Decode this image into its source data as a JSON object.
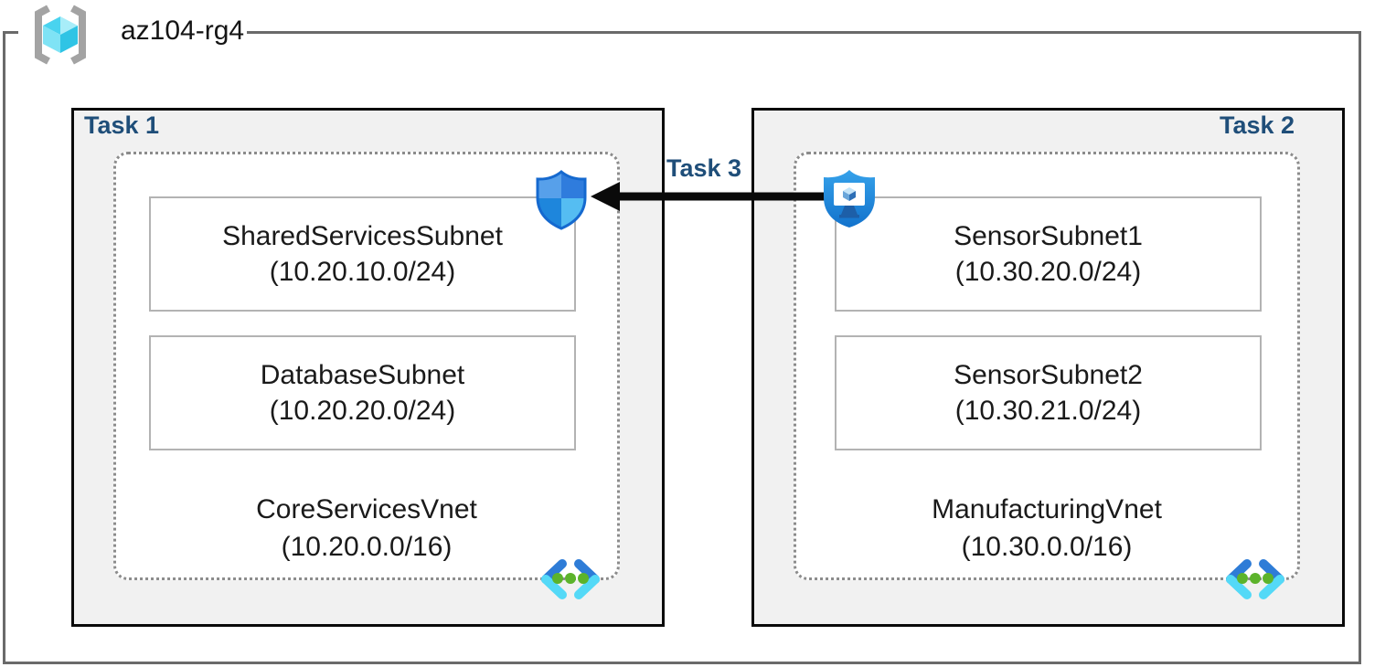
{
  "resource_group": {
    "name": "az104-rg4"
  },
  "tasks": {
    "task1": "Task 1",
    "task2": "Task 2",
    "task3": "Task 3"
  },
  "vnets": [
    {
      "name": "CoreServicesVnet",
      "cidr": "(10.20.0.0/16)",
      "task_label": "Task 1",
      "subnets": [
        {
          "name": "SharedServicesSubnet",
          "cidr": "(10.20.10.0/24)"
        },
        {
          "name": "DatabaseSubnet",
          "cidr": "(10.20.20.0/24)"
        }
      ]
    },
    {
      "name": "ManufacturingVnet",
      "cidr": "(10.30.0.0/16)",
      "task_label": "Task 2",
      "subnets": [
        {
          "name": "SensorSubnet1",
          "cidr": "(10.30.20.0/24)"
        },
        {
          "name": "SensorSubnet2",
          "cidr": "(10.30.21.0/24)"
        }
      ]
    }
  ],
  "arrow": {
    "label": "Task 3",
    "direction": "right-to-left",
    "from_icon": "defender-monitor-shield-icon",
    "to_icon": "defender-quadrant-shield-icon"
  },
  "icons": {
    "resource_group_icon": "azure-resource-group cube in brackets",
    "vnet_icon": "angle brackets with three green dots",
    "shield_icon": "blue four-quadrant defender shield",
    "defender_monitor_icon": "blue shield with monitor and cube"
  },
  "colors": {
    "accent_navy": "#1f4e79",
    "task_box_fill": "#f1f1f1",
    "task_box_border": "#0a0a0a",
    "rg_border": "#6a6a6a",
    "dotted_border": "#8c8c8c",
    "subnet_border": "#b3b3b3",
    "arrow_black": "#0a0a0a",
    "azure_blue": "#2e7cd7",
    "azure_cyan": "#54d9f7",
    "green_dot": "#5cb32b"
  }
}
